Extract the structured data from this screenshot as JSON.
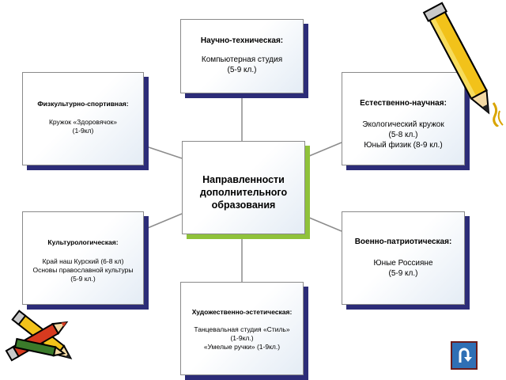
{
  "colors": {
    "box_shadow": "#2c2c78",
    "center_shadow": "#8fc23a",
    "connector": "#8c8c8c",
    "nav_button": "#2f6fb5",
    "pencil_yellow": "#f2c21a",
    "pencil_red": "#d73a1f"
  },
  "center": {
    "title_lines": [
      "Направленности",
      "дополнительного",
      "образования"
    ]
  },
  "nodes": {
    "science_tech": {
      "title": "Научно-техническая:",
      "lines": [
        "Компьютерная студия",
        "(5-9 кл.)"
      ]
    },
    "sports": {
      "title": "Физкультурно-спортивная:",
      "lines": [
        "Кружок «Здоровячок»",
        "(1-9кл)"
      ]
    },
    "natural_science": {
      "title": "Естественно-научная:",
      "lines": [
        "Экологический кружок",
        "(5-8 кл.)",
        "Юный физик (8-9 кл.)"
      ]
    },
    "culturology": {
      "title": "Культурологическая:",
      "lines": [
        "Край наш Курский (6-8 кл)",
        "Основы православной культуры",
        "(5-9 кл.)"
      ]
    },
    "military": {
      "title": "Военно-патриотическая:",
      "lines": [
        "Юные Россияне",
        "(5-9 кл.)"
      ]
    },
    "arts": {
      "title": "Художественно-эстетическая:",
      "lines": [
        "Танцевальная студия «Стиль»",
        "(1-9кл.)",
        "«Умелые ручки» (1-9кл.)"
      ]
    }
  },
  "icons": {
    "nav_button": "return-arrow-icon",
    "pencil_top_right": "pencil-icon",
    "pencils_bottom_left": "pencils-icon"
  }
}
